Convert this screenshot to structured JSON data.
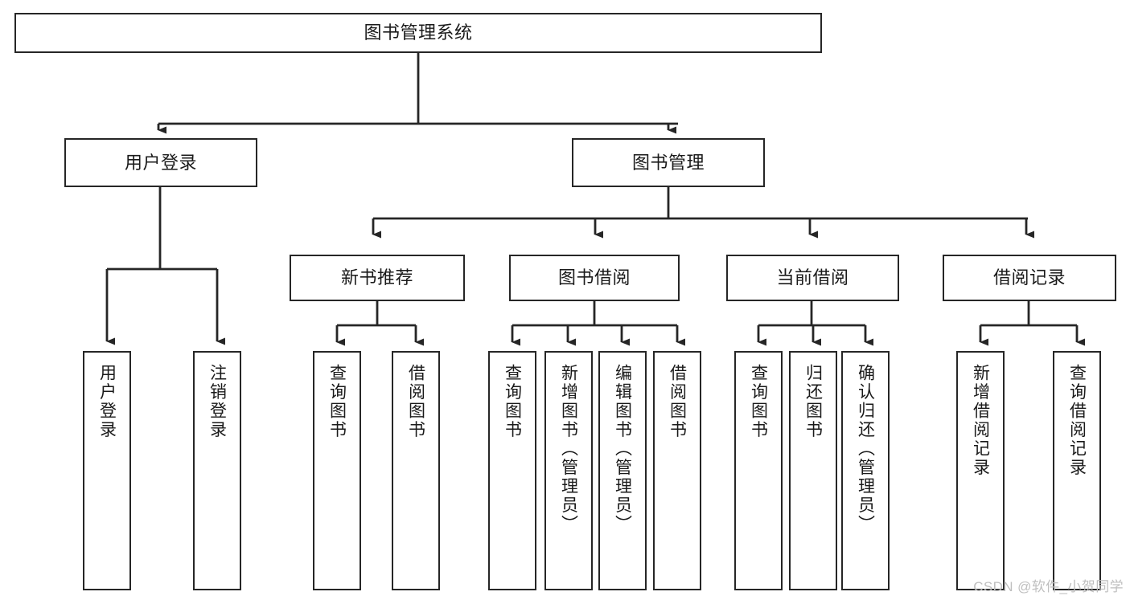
{
  "diagram": {
    "title": "图书管理系统",
    "type": "tree",
    "watermark": "CSDN @软件_小贺同学",
    "line_color": "#262626",
    "box_border_color": "#262626",
    "box_fill_color": "#ffffff",
    "text_color": "#1a1a1a",
    "watermark_color": "#bfbfbf"
  },
  "nodes": {
    "root": {
      "label": "图书管理系统",
      "level": 0,
      "orientation": "horizontal"
    },
    "level1": [
      {
        "id": "user-login",
        "label": "用户登录",
        "orientation": "horizontal"
      },
      {
        "id": "book-management",
        "label": "图书管理",
        "orientation": "horizontal"
      }
    ],
    "level2": [
      {
        "id": "new-book-recommend",
        "label": "新书推荐",
        "orientation": "horizontal"
      },
      {
        "id": "book-borrow",
        "label": "图书借阅",
        "orientation": "horizontal"
      },
      {
        "id": "current-borrow",
        "label": "当前借阅",
        "orientation": "horizontal"
      },
      {
        "id": "borrow-record",
        "label": "借阅记录",
        "orientation": "horizontal"
      }
    ],
    "leaves": {
      "user_login": [
        {
          "id": "leaf-user-login",
          "label": "用户登录",
          "orientation": "vertical"
        },
        {
          "id": "leaf-logout-login",
          "label": "注销登录",
          "orientation": "vertical"
        }
      ],
      "new_book_recommend": [
        {
          "id": "leaf-query-book-1",
          "label": "查询图书",
          "orientation": "vertical"
        },
        {
          "id": "leaf-borrow-book-1",
          "label": "借阅图书",
          "orientation": "vertical"
        }
      ],
      "book_borrow": [
        {
          "id": "leaf-query-book-2",
          "label": "查询图书",
          "orientation": "vertical"
        },
        {
          "id": "leaf-add-book",
          "label": "新增图书（管理员）",
          "orientation": "vertical"
        },
        {
          "id": "leaf-edit-book",
          "label": "编辑图书（管理员）",
          "orientation": "vertical"
        },
        {
          "id": "leaf-borrow-book-2",
          "label": "借阅图书",
          "orientation": "vertical"
        }
      ],
      "current_borrow": [
        {
          "id": "leaf-query-book-3",
          "label": "查询图书",
          "orientation": "vertical"
        },
        {
          "id": "leaf-return-book",
          "label": "归还图书",
          "orientation": "vertical"
        },
        {
          "id": "leaf-confirm-return",
          "label": "确认归还（管理员）",
          "orientation": "vertical"
        }
      ],
      "borrow_record": [
        {
          "id": "leaf-add-record",
          "label": "新增借阅记录",
          "orientation": "vertical"
        },
        {
          "id": "leaf-query-record",
          "label": "查询借阅记录",
          "orientation": "vertical"
        }
      ]
    }
  }
}
